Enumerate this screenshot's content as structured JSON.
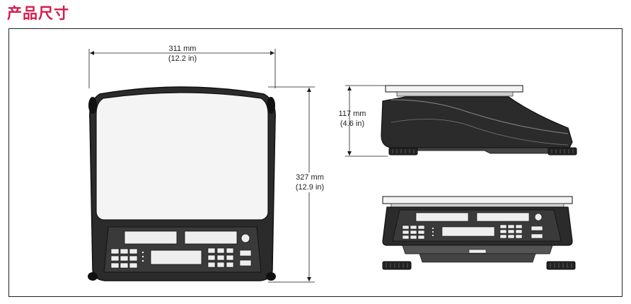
{
  "page_title": "产品尺寸",
  "dimensions": {
    "width": {
      "metric": "311 mm",
      "imperial": "(12.2 in)"
    },
    "height": {
      "metric": "117 mm",
      "imperial": "(4.6 in)"
    },
    "depth": {
      "metric": "327 mm",
      "imperial": "(12.9 in)"
    }
  },
  "colors": {
    "title": "#d6194a",
    "line": "#222222",
    "body": "#1a1a1a",
    "platter": "#f4f4f4"
  }
}
